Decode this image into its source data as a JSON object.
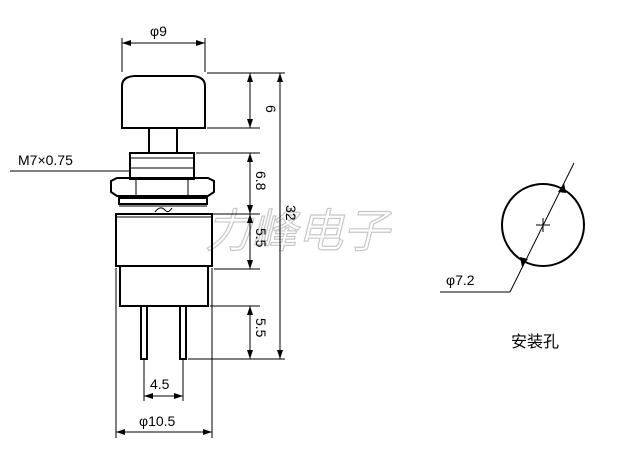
{
  "watermark": "力峰电子",
  "dimensions": {
    "cap_diameter": "φ9",
    "cap_height": "6",
    "thread": "M7×0.75",
    "thread_length": "6.8",
    "total_length": "32",
    "body_upper": "5.5",
    "pin_length": "5.5",
    "pin_spacing": "4.5",
    "body_diameter": "φ10.5",
    "hole_diameter": "φ7.2"
  },
  "hole_caption": "安装孔",
  "colors": {
    "line": "#000000",
    "watermark": "#c7c7c7"
  }
}
